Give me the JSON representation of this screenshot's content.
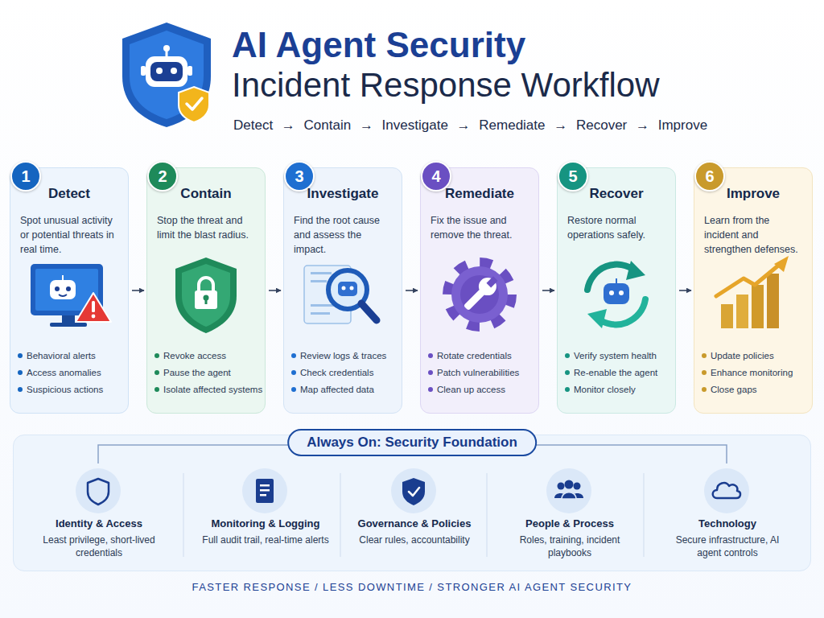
{
  "diagram": {
    "title": "AI Agent Security",
    "nodes": [
      {
        "text": [
          "1",
          "Detect",
          "Spot unusual activity or potential threats in real time.",
          "Behavioral alerts",
          "Access anomalies",
          "Suspicious actions"
        ]
      },
      {
        "text": [
          "2",
          "Contain",
          "Stop the threat and limit the blast radius.",
          "Revoke access",
          "Pause the agent",
          "Isolate affected systems"
        ]
      },
      {
        "text": [
          "3",
          "Investigate",
          "Find the root cause and assess the impact.",
          "Review logs & traces",
          "Check credentials",
          "Map affected data"
        ]
      },
      {
        "text": [
          "4",
          "Remediate",
          "Fix the issue and remove the threat.",
          "Rotate credentials",
          "Patch vulnerabilities",
          "Clean up access"
        ]
      },
      {
        "text": [
          "5",
          "Recover",
          "Restore normal operations safely.",
          "Verify system health",
          "Re-enable the agent",
          "Monitor closely"
        ]
      },
      {
        "text": [
          "6",
          "Improve",
          "Learn from the incident and strengthen defenses.",
          "Update policies",
          "Enhance monitoring",
          "Close gaps"
        ]
      },
      {
        "text": [
          "Always On: Security Foundation"
        ]
      },
      {
        "text": [
          "Identity & Access",
          "Least privilege, short-lived credentials"
        ],
        "in": 6
      },
      {
        "text": [
          "Monitoring & Logging",
          "Full audit trail, real-time alerts"
        ],
        "in": 6
      },
      {
        "text": [
          "Governance & Policies",
          "Clear rules, accountability"
        ],
        "in": 6
      },
      {
        "text": [
          "People & Process",
          "Roles, training, incident playbooks"
        ],
        "in": 6
      },
      {
        "text": [
          "Technology",
          "Secure infrastructure, AI agent controls"
        ],
        "in": 6
      }
    ],
    "edges": [
      {
        "from": 0,
        "to": 1,
        "arrow": "to"
      },
      {
        "from": 1,
        "to": 2,
        "arrow": "to"
      },
      {
        "from": 2,
        "to": 3,
        "arrow": "to"
      },
      {
        "from": 3,
        "to": 4,
        "arrow": "to"
      },
      {
        "from": 4,
        "to": 5,
        "arrow": "to"
      }
    ],
    "labels": [
      "Incident Response Workflow",
      "Detect → Contain → Investigate → Remediate → Recover → Improve",
      "FASTER RESPONSE / LESS DOWNTIME / STRONGER AI AGENT SECURITY"
    ]
  }
}
